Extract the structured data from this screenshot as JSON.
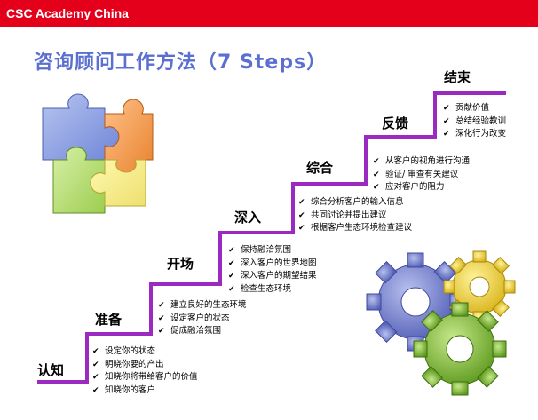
{
  "header": {
    "title": "CSC Academy China",
    "color": "#e4001b"
  },
  "page_title": "咨询顾问工作方法（7 Steps）",
  "steps": [
    {
      "name": "认知",
      "bullets": [
        "设定你的状态",
        "明晓你要的产出",
        "知晓你将带给客户的价值",
        "知晓你的客户"
      ]
    },
    {
      "name": "准备",
      "bullets": [
        "建立良好的生态环境",
        "设定客户的状态",
        "促成融洽氛围"
      ]
    },
    {
      "name": "开场",
      "bullets": [
        "保持融洽氛围",
        "深入客户的世界地图",
        "深入客户的期望结果",
        "检查生态环境"
      ]
    },
    {
      "name": "深入",
      "bullets": [
        "综合分析客户的输入信息",
        "共同讨论并提出建议",
        "根据客户生态环境检查建议"
      ]
    },
    {
      "name": "综合",
      "bullets": [
        "从客户的视角进行沟通",
        "验证/ 审查有关建议",
        "应对客户的阻力"
      ]
    },
    {
      "name": "反馈",
      "bullets": [
        "贡献价值",
        "总结经验教训",
        "深化行为改变"
      ]
    },
    {
      "name": "结束",
      "bullets": []
    }
  ],
  "bullet_icon": "check-icon",
  "colors": {
    "stair": "#9b2bc0",
    "title": "#5a6fd0"
  }
}
